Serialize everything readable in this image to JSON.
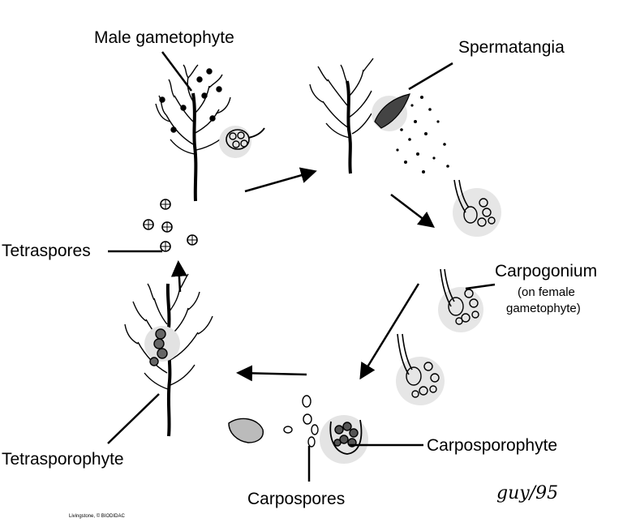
{
  "labels": {
    "male_gametophyte": "Male gametophyte",
    "spermatangia": "Spermatangia",
    "carpogonium": "Carpogonium",
    "carpogonium_note_1": "(on female",
    "carpogonium_note_2": "gametophyte)",
    "carposporophyte": "Carposporophyte",
    "carpospores": "Carpospores",
    "tetrasporophyte": "Tetrasporophyte",
    "tetraspores": "Tetraspores"
  },
  "credit": "Livingstone, © BIODIDAC",
  "signature": "guy/95"
}
